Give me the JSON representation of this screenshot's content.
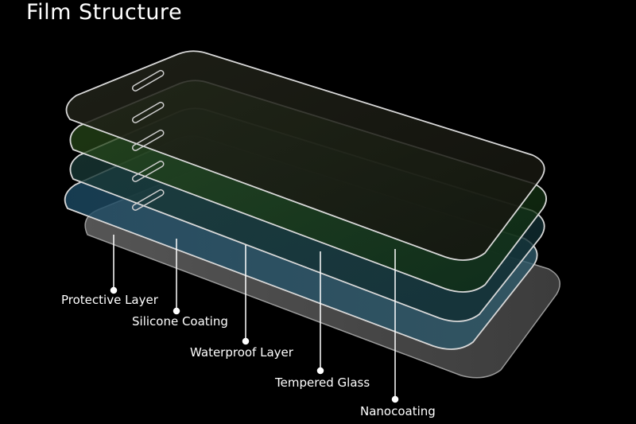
{
  "title": "Film Structure",
  "layers": [
    {
      "name": "Protective Layer",
      "fill": "#1a1a12"
    },
    {
      "name": "Silicone Coating",
      "fill": "#10250e"
    },
    {
      "name": "Waterproof Layer",
      "fill": "#0f2f26"
    },
    {
      "name": "Tempered Glass",
      "fill": "#1e4a55"
    },
    {
      "name": "Nanocoating",
      "fill": "#4a4a4a"
    }
  ],
  "colors": {
    "background": "#000000",
    "outline": "#d8d8d8",
    "text": "#ffffff"
  }
}
